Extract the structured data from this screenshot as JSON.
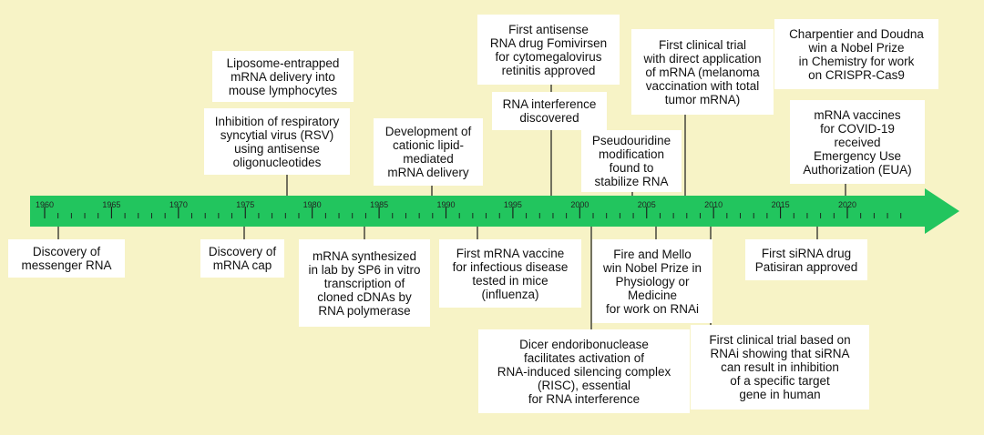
{
  "timeline": {
    "axis_color": "#22c55e",
    "background": "#f7f3c6",
    "start_year": 1960,
    "end_year": 2020,
    "year_labels": [
      "1960",
      "1965",
      "1970",
      "1975",
      "1980",
      "1985",
      "1990",
      "1995",
      "2000",
      "2005",
      "2010",
      "2015",
      "2020"
    ]
  },
  "events": [
    {
      "id": "messenger-rna",
      "text": "Discovery of\nmessenger RNA"
    },
    {
      "id": "mrna-cap",
      "text": "Discovery of\nmRNA cap"
    },
    {
      "id": "liposome",
      "text": "Liposome-entrapped\nmRNA delivery into\nmouse lymphocytes"
    },
    {
      "id": "rsv",
      "text": "Inhibition of respiratory\nsyncytial virus (RSV)\nusing antisense\noligonucleotides"
    },
    {
      "id": "sp6",
      "text": "mRNA synthesized\nin lab by SP6 in vitro\ntranscription of\ncloned cDNAs by\nRNA polymerase"
    },
    {
      "id": "cationic-lipid",
      "text": "Development of\ncationic lipid-\nmediated\nmRNA delivery"
    },
    {
      "id": "first-mrna-vaccine",
      "text": "First mRNA vaccine\nfor infectious disease\ntested in mice\n(influenza)"
    },
    {
      "id": "fomivirsen",
      "text": "First antisense\nRNA drug Fomivirsen\nfor cytomegalovirus\nretinitis approved"
    },
    {
      "id": "rnai-discovered",
      "text": "RNA interference\ndiscovered"
    },
    {
      "id": "dicer",
      "text": "Dicer endoribonuclease\nfacilitates activation of\nRNA-induced silencing complex\n(RISC), essential\nfor RNA interference"
    },
    {
      "id": "pseudouridine",
      "text": "Pseudouridine\nmodification\nfound to\nstabilize RNA"
    },
    {
      "id": "fire-mello",
      "text": "Fire and Mello\nwin Nobel Prize in\nPhysiology or\nMedicine\nfor work on RNAi"
    },
    {
      "id": "melanoma",
      "text": "First clinical trial\nwith direct application\nof mRNA (melanoma\nvaccination with total\ntumor mRNA)"
    },
    {
      "id": "sirna-trial",
      "text": "First clinical trial based on\nRNAi showing that siRNA\ncan result in inhibition\nof a specific target\ngene in human"
    },
    {
      "id": "patisiran",
      "text": "First siRNA drug\nPatisiran approved"
    },
    {
      "id": "crispr",
      "text": "Charpentier and Doudna\nwin a Nobel Prize\nin Chemistry for work\non CRISPR-Cas9"
    },
    {
      "id": "covid-eua",
      "text": "mRNA vaccines\nfor COVID-19\nreceived\nEmergency Use\nAuthorization (EUA)"
    }
  ]
}
